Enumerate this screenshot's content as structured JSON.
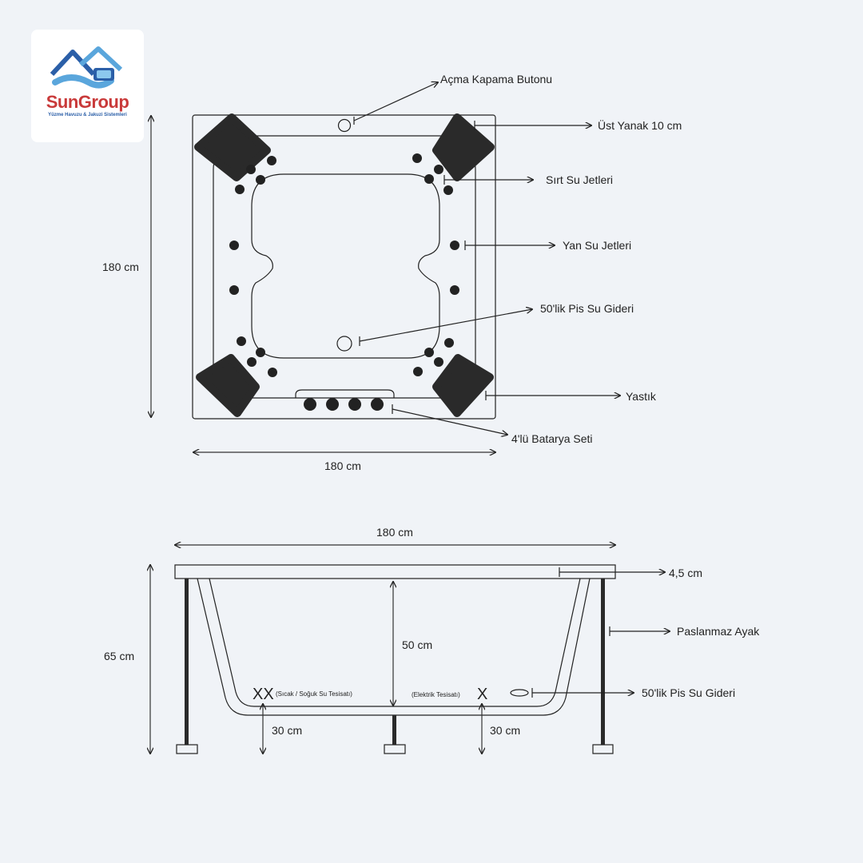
{
  "logo": {
    "title": "SunGroup",
    "subtitle": "Yüzme Havuzu & Jakuzi Sistemleri",
    "colors": {
      "brand_red": "#c93a3a",
      "brand_blue": "#2b5fa8",
      "light_blue": "#5aa6dc"
    }
  },
  "top_view": {
    "callouts": {
      "power_button": "Açma Kapama Butonu",
      "top_rim": "Üst Yanak 10 cm",
      "back_jets": "Sırt Su Jetleri",
      "side_jets": "Yan Su Jetleri",
      "drain": "50'lik Pis Su Gideri",
      "pillow": "Yastık",
      "faucet_set": "4'lü Batarya Seti"
    },
    "dim_height": "180 cm",
    "dim_width": "180 cm"
  },
  "side_view": {
    "dim_width": "180 cm",
    "dim_height": "65 cm",
    "dim_depth": "50 cm",
    "rim_thickness": "4,5 cm",
    "legs": "Paslanmaz Ayak",
    "drain": "50'lik Pis Su Gideri",
    "water_marker": "XX",
    "water_label": "(Sıcak / Soğuk Su Tesisatı)",
    "electric_label": "(Elektrik Tesisatı)",
    "electric_marker": "X",
    "water_height": "30 cm",
    "electric_height": "30 cm"
  }
}
